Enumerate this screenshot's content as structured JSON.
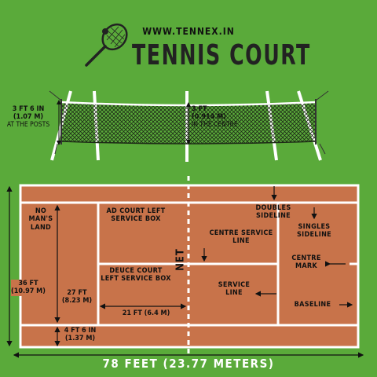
{
  "header": {
    "url": "WWW.TENNEX.IN",
    "title": "TENNIS COURT",
    "logo_icon": "tennis-racket-icon"
  },
  "net_view": {
    "left_height": "3 FT 6 IN",
    "left_metric": "(1.07 M)",
    "left_note": "AT THE POSTS",
    "centre_height": "3 FT",
    "centre_metric": "(0.914 M)",
    "centre_note": "IN THE CENTRE"
  },
  "court": {
    "colors": {
      "surface": "#c8734a",
      "grass": "#5aaa3a",
      "lines": "#ffffff"
    },
    "labels": {
      "no_mans_land": "NO MAN'S LAND",
      "ad_court": "AD COURT LEFT SERVICE BOX",
      "deuce_court": "DEUCE COURT LEFT SERVICE BOX",
      "net": "NET",
      "doubles_sideline": "DOUBLES SIDELINE",
      "singles_sideline": "SINGLES SIDELINE",
      "centre_service_line": "CENTRE SERVICE LINE",
      "centre_mark": "CENTRE MARK",
      "service_line": "SERVICE LINE",
      "baseline": "BASELINE"
    },
    "dimensions": {
      "width_ft": "36 FT",
      "width_m": "(10.97 M)",
      "singles_ft": "27 FT",
      "singles_m": "(8.23 M)",
      "alley_ft": "4 FT 6 IN",
      "alley_m": "(1.37 M)",
      "service_ft": "21 FT (6.4 M)",
      "length": "78 FEET (23.77 METERS)"
    }
  }
}
